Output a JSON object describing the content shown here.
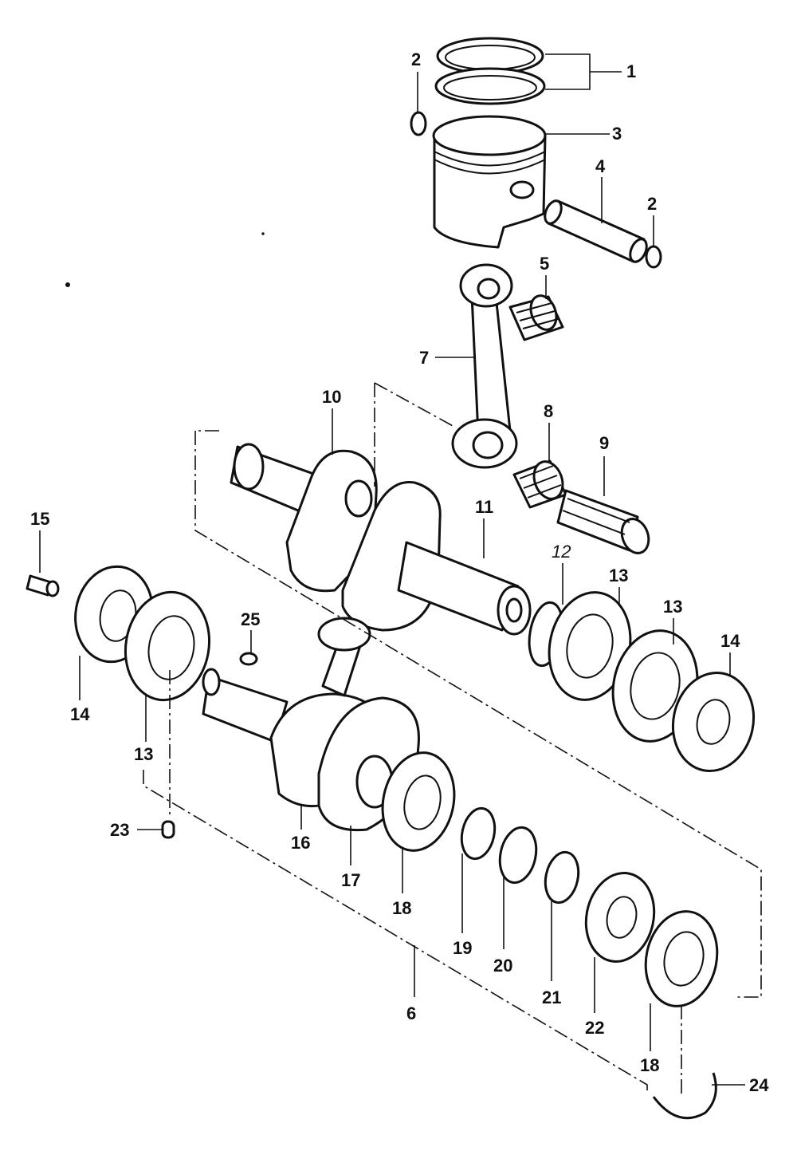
{
  "diagram": {
    "callouts": [
      {
        "id": "c1",
        "text": "1"
      },
      {
        "id": "c2a",
        "text": "2"
      },
      {
        "id": "c2b",
        "text": "2"
      },
      {
        "id": "c3",
        "text": "3"
      },
      {
        "id": "c4",
        "text": "4"
      },
      {
        "id": "c5",
        "text": "5"
      },
      {
        "id": "c6",
        "text": "6"
      },
      {
        "id": "c7",
        "text": "7"
      },
      {
        "id": "c8",
        "text": "8"
      },
      {
        "id": "c9",
        "text": "9"
      },
      {
        "id": "c10",
        "text": "10"
      },
      {
        "id": "c11",
        "text": "11"
      },
      {
        "id": "c12",
        "text": "12"
      },
      {
        "id": "c13a",
        "text": "13"
      },
      {
        "id": "c13b",
        "text": "13"
      },
      {
        "id": "c13c",
        "text": "13"
      },
      {
        "id": "c14a",
        "text": "14"
      },
      {
        "id": "c14b",
        "text": "14"
      },
      {
        "id": "c15",
        "text": "15"
      },
      {
        "id": "c16",
        "text": "16"
      },
      {
        "id": "c17",
        "text": "17"
      },
      {
        "id": "c18a",
        "text": "18"
      },
      {
        "id": "c18b",
        "text": "18"
      },
      {
        "id": "c19",
        "text": "19"
      },
      {
        "id": "c20",
        "text": "20"
      },
      {
        "id": "c21",
        "text": "21"
      },
      {
        "id": "c22",
        "text": "22"
      },
      {
        "id": "c23",
        "text": "23"
      },
      {
        "id": "c24",
        "text": "24"
      },
      {
        "id": "c25",
        "text": "25"
      }
    ]
  }
}
